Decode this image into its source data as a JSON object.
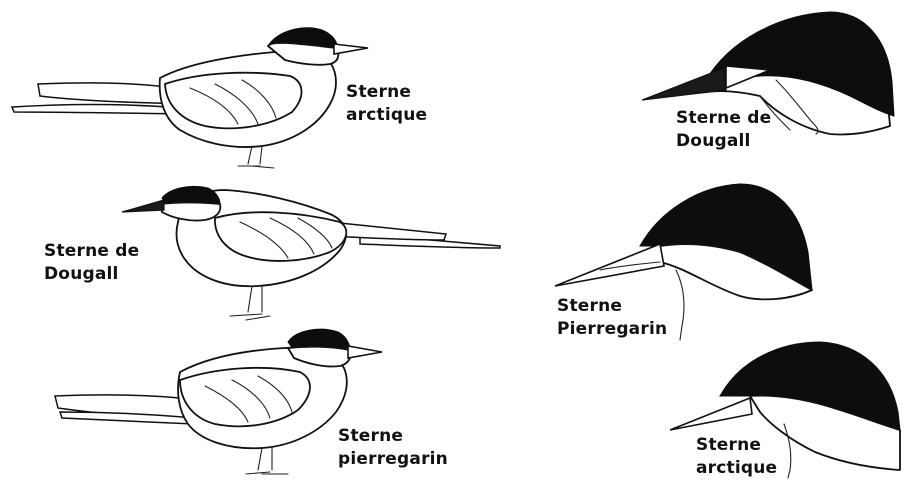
{
  "figure": {
    "full_birds": [
      {
        "id": "arctic",
        "label_lines": [
          "Sterne",
          "arctique"
        ]
      },
      {
        "id": "dougall",
        "label_lines": [
          "Sterne de",
          "Dougall"
        ]
      },
      {
        "id": "common",
        "label_lines": [
          "Sterne",
          "pierregarin"
        ]
      }
    ],
    "heads": [
      {
        "id": "dougall",
        "label_lines": [
          "Sterne de",
          "Dougall"
        ]
      },
      {
        "id": "common",
        "label_lines": [
          "Sterne",
          "Pierregarin"
        ]
      },
      {
        "id": "arctic",
        "label_lines": [
          "Sterne",
          "arctique"
        ]
      }
    ]
  }
}
